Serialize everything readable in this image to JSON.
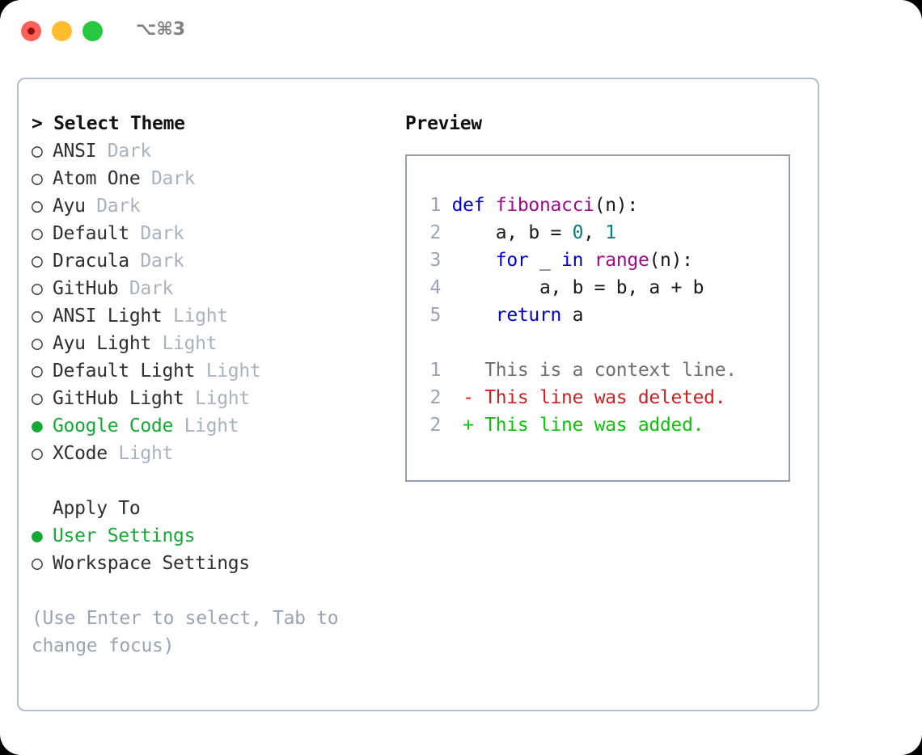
{
  "window": {
    "title": "⌥⌘3",
    "traffic_lights": [
      "close-red",
      "minimize-yellow",
      "zoom-green"
    ]
  },
  "colors": {
    "selected_green": "#17a737",
    "muted_gray": "#aab2bf",
    "hint_gray": "#9aa4b3",
    "panel_border": "#b3bdc9",
    "preview_border": "#94a0ae",
    "keyword_blue": "#0000cc",
    "function_magenta": "#9b0d87",
    "number_teal": "#007f7f",
    "diff_delete_red": "#c62424",
    "diff_add_green": "#0ec20e"
  },
  "theme_section": {
    "prompt": "> ",
    "heading": "Select Theme",
    "items": [
      {
        "bullet": "○",
        "name": "ANSI",
        "tag": "Dark",
        "selected": false
      },
      {
        "bullet": "○",
        "name": "Atom One",
        "tag": "Dark",
        "selected": false
      },
      {
        "bullet": "○",
        "name": "Ayu",
        "tag": "Dark",
        "selected": false
      },
      {
        "bullet": "○",
        "name": "Default",
        "tag": "Dark",
        "selected": false
      },
      {
        "bullet": "○",
        "name": "Dracula",
        "tag": "Dark",
        "selected": false
      },
      {
        "bullet": "○",
        "name": "GitHub",
        "tag": "Dark",
        "selected": false
      },
      {
        "bullet": "○",
        "name": "ANSI Light",
        "tag": "Light",
        "selected": false
      },
      {
        "bullet": "○",
        "name": "Ayu Light",
        "tag": "Light",
        "selected": false
      },
      {
        "bullet": "○",
        "name": "Default Light",
        "tag": "Light",
        "selected": false
      },
      {
        "bullet": "○",
        "name": "GitHub Light",
        "tag": "Light",
        "selected": false
      },
      {
        "bullet": "●",
        "name": "Google Code",
        "tag": "Light",
        "selected": true
      },
      {
        "bullet": "○",
        "name": "XCode",
        "tag": "Light",
        "selected": false
      }
    ]
  },
  "apply_section": {
    "heading": "Apply To",
    "items": [
      {
        "bullet": "●",
        "name": "User Settings",
        "selected": true
      },
      {
        "bullet": "○",
        "name": "Workspace Settings",
        "selected": false
      }
    ]
  },
  "hint": "(Use Enter to select, Tab to change focus)",
  "preview": {
    "heading": "Preview",
    "code_lines": [
      {
        "no": "1",
        "tokens": [
          {
            "t": "def ",
            "c": "kw"
          },
          {
            "t": "fibonacci",
            "c": "fn"
          },
          {
            "t": "(n):",
            "c": "pl"
          }
        ]
      },
      {
        "no": "2",
        "tokens": [
          {
            "t": "    a, b = ",
            "c": "pl"
          },
          {
            "t": "0",
            "c": "num"
          },
          {
            "t": ", ",
            "c": "pl"
          },
          {
            "t": "1",
            "c": "num"
          }
        ]
      },
      {
        "no": "3",
        "tokens": [
          {
            "t": "    ",
            "c": "pl"
          },
          {
            "t": "for",
            "c": "kw"
          },
          {
            "t": " _ ",
            "c": "pl"
          },
          {
            "t": "in",
            "c": "kw"
          },
          {
            "t": " ",
            "c": "pl"
          },
          {
            "t": "range",
            "c": "fn"
          },
          {
            "t": "(n):",
            "c": "pl"
          }
        ]
      },
      {
        "no": "4",
        "tokens": [
          {
            "t": "        a, b = b, a + b",
            "c": "pl"
          }
        ]
      },
      {
        "no": "5",
        "tokens": [
          {
            "t": "    ",
            "c": "pl"
          },
          {
            "t": "return",
            "c": "kw"
          },
          {
            "t": " a",
            "c": "pl"
          }
        ]
      }
    ],
    "diff_lines": [
      {
        "no": "1",
        "marker": " ",
        "text": " This is a context line.",
        "kind": "ctx"
      },
      {
        "no": "2",
        "marker": "-",
        "text": " This line was deleted.",
        "kind": "del"
      },
      {
        "no": "2",
        "marker": "+",
        "text": " This line was added.",
        "kind": "add"
      }
    ]
  }
}
